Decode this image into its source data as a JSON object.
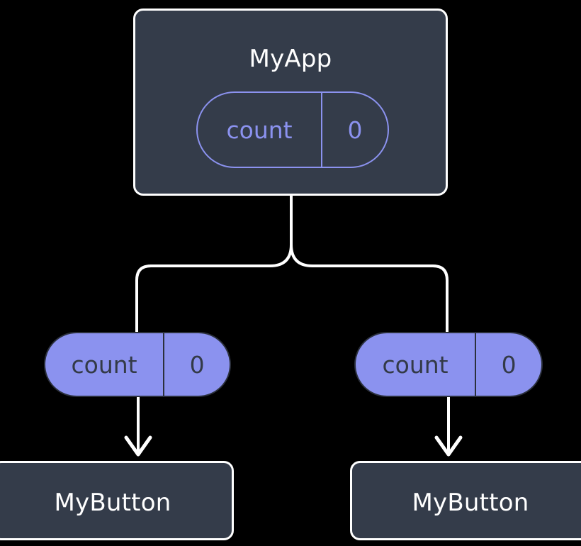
{
  "diagram": {
    "type": "component-tree",
    "title": "MyApp component tree with count state",
    "background_color": "#000000",
    "colors": {
      "box_fill": "#343c4a",
      "box_border": "#ffffff",
      "accent_purple": "#8b92ef",
      "pill_text_dark": "#333a47",
      "connector": "#ffffff"
    }
  },
  "nodes": {
    "root": {
      "label": "MyApp",
      "state": {
        "key": "count",
        "value": "0"
      }
    },
    "children": [
      {
        "label": "MyButton",
        "prop": {
          "key": "count",
          "value": "0"
        }
      },
      {
        "label": "MyButton",
        "prop": {
          "key": "count",
          "value": "0"
        }
      }
    ]
  },
  "connectors": {
    "fork_label": "parent-to-children-fork",
    "arrow_left_label": "prop-arrow-left",
    "arrow_right_label": "prop-arrow-right"
  }
}
